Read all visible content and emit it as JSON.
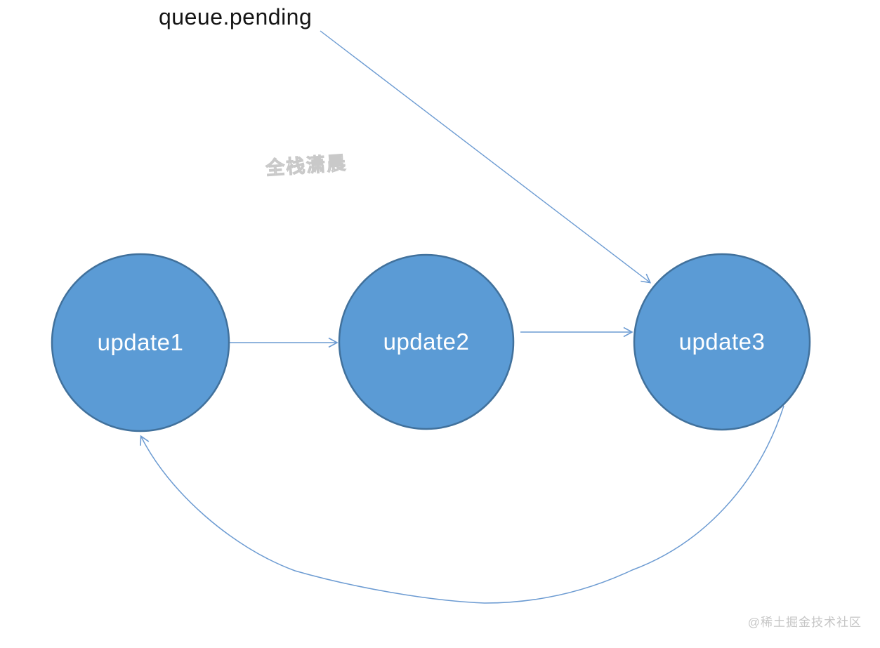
{
  "diagram": {
    "annotation": "queue.pending",
    "nodes": [
      {
        "id": "update1",
        "label": "update1"
      },
      {
        "id": "update2",
        "label": "update2"
      },
      {
        "id": "update3",
        "label": "update3"
      }
    ],
    "edges": [
      {
        "from": "update1",
        "to": "update2",
        "style": "straight-arrow"
      },
      {
        "from": "update2",
        "to": "update3",
        "style": "straight-arrow"
      },
      {
        "from": "update3",
        "to": "update1",
        "style": "curved-arrow"
      },
      {
        "from": "queue.pending",
        "to": "update3",
        "style": "annotation-line"
      }
    ],
    "colors": {
      "node_fill": "#5b9bd5",
      "node_border": "#41719c",
      "connector": "#6c9bd2",
      "node_text": "#ffffff",
      "annotation_text": "#151515"
    }
  },
  "watermarks": {
    "center": "全栈潇晨",
    "corner": "@稀土掘金技术社区"
  }
}
